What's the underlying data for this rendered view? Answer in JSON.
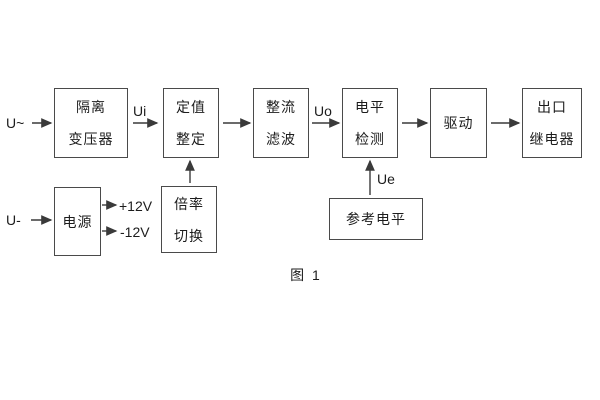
{
  "diagram": {
    "caption": "图 1",
    "blocks": {
      "isolation_transformer": {
        "line1": "隔离",
        "line2": "变压器"
      },
      "setpoint_adjust": {
        "line1": "定值",
        "line2": "整定"
      },
      "rectify_filter": {
        "line1": "整流",
        "line2": "滤波"
      },
      "level_detect": {
        "line1": "电平",
        "line2": "检测"
      },
      "drive": {
        "line1": "驱动"
      },
      "output_relay": {
        "line1": "出口",
        "line2": "继电器"
      },
      "power_supply": {
        "line1": "电源"
      },
      "ratio_switch": {
        "line1": "倍率",
        "line2": "切换"
      },
      "reference_level": {
        "line1": "参考电平"
      }
    },
    "labels": {
      "input_ac": "U~",
      "input_dc": "U-",
      "ui": "Ui",
      "uo": "Uo",
      "ue": "Ue",
      "plus_12v": "+12V",
      "minus_12v": "-12V"
    },
    "colors": {
      "line": "#3a3a3a",
      "border": "#4a4a4a",
      "text": "#1c1c1c",
      "background": "#ffffff"
    }
  }
}
